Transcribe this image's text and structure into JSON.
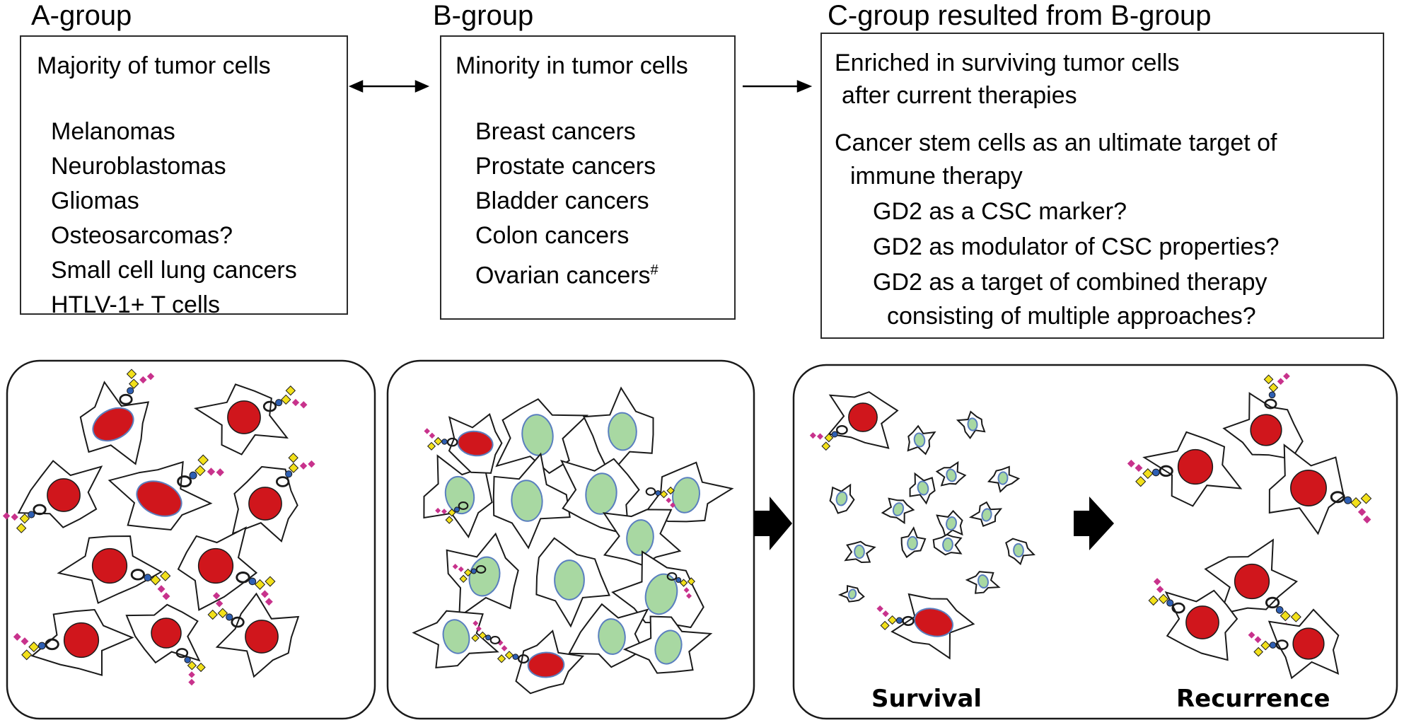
{
  "groups": {
    "a": {
      "title": "A-group",
      "heading": "Majority of tumor cells",
      "items": [
        "Melanomas",
        "Neuroblastomas",
        "Gliomas",
        "Osteosarcomas?",
        "Small cell lung cancers",
        "HTLV-1+ T cells"
      ]
    },
    "b": {
      "title": "B-group",
      "heading": "Minority in tumor cells",
      "items": [
        "Breast cancers",
        "Prostate cancers",
        "Bladder cancers",
        "Colon cancers",
        "Ovarian cancers"
      ],
      "footnote_mark": "#"
    },
    "c": {
      "title": "C-group resulted from B-group",
      "lines": [
        "Enriched in surviving tumor cells",
        "after current therapies",
        "Cancer stem cells as an ultimate target of",
        "immune therapy",
        "GD2 as a CSC marker?",
        "GD2 as modulator of CSC  properties?",
        "GD2 as a target of combined therapy",
        "consisting of multiple approaches?"
      ]
    }
  },
  "captions": {
    "survival": "Survival",
    "recurrence": "Recurrence"
  },
  "colors": {
    "gd2_positive_nucleus": "#d0161c",
    "gd2_negative_nucleus": "#a8d8a2",
    "nucleus_outline": "#5a7fbf",
    "sialic_acid": "#c8328c",
    "galactose": "#f2e01a",
    "glucose": "#2e5fb3",
    "outline": "#1a1a1a"
  }
}
